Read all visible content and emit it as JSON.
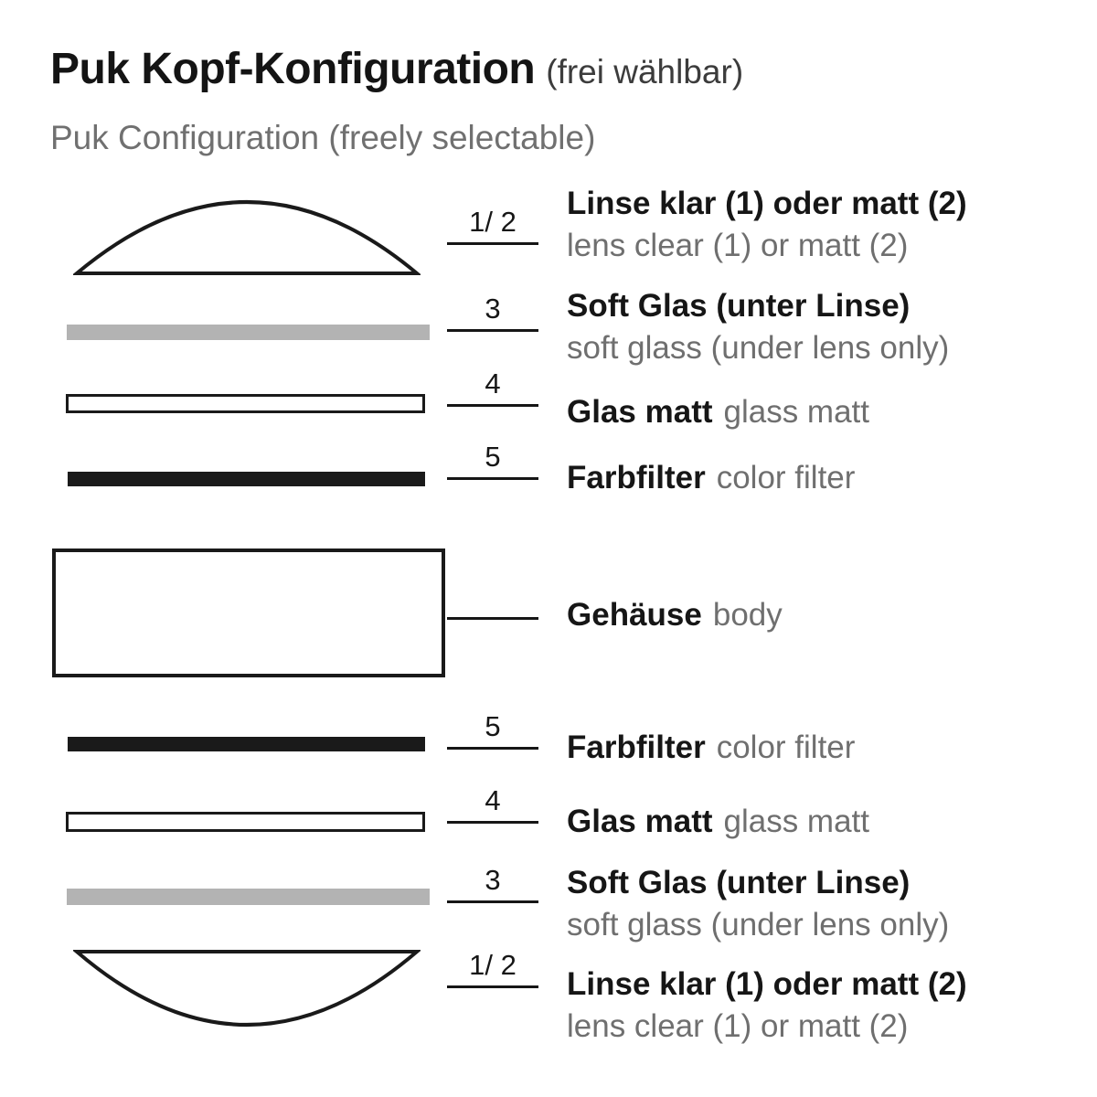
{
  "title": {
    "main": "Puk Kopf-Konfiguration",
    "suffix": "(frei wählbar)",
    "subtitle": "Puk Configuration (freely selectable)"
  },
  "colors": {
    "ink_black": "#1a1a1a",
    "gray_text": "#6f6f6f",
    "gray_bar": "#b3b3b3"
  },
  "rows": [
    {
      "num": "1/ 2",
      "de": "Linse klar (1) oder matt (2)",
      "en": "lens clear (1) or matt (2)",
      "shape": "lens-dome-up"
    },
    {
      "num": "3",
      "de": "Soft Glas (unter Linse)",
      "en": "soft glass (under lens only)",
      "shape": "gray-bar"
    },
    {
      "num": "4",
      "de": "Glas matt",
      "en": "glass matt",
      "shape": "outlined-bar"
    },
    {
      "num": "5",
      "de": "Farbfilter",
      "en": "color filter",
      "shape": "black-bar"
    },
    {
      "num": "",
      "de": "Gehäuse",
      "en": "body",
      "shape": "body-rectangle"
    },
    {
      "num": "5",
      "de": "Farbfilter",
      "en": "color filter",
      "shape": "black-bar"
    },
    {
      "num": "4",
      "de": "Glas matt",
      "en": "glass matt",
      "shape": "outlined-bar"
    },
    {
      "num": "3",
      "de": "Soft Glas (unter Linse)",
      "en": "soft glass (under lens only)",
      "shape": "gray-bar"
    },
    {
      "num": "1/ 2",
      "de": "Linse klar (1) oder matt (2)",
      "en": "lens clear (1) or matt (2)",
      "shape": "lens-dome-down"
    }
  ]
}
